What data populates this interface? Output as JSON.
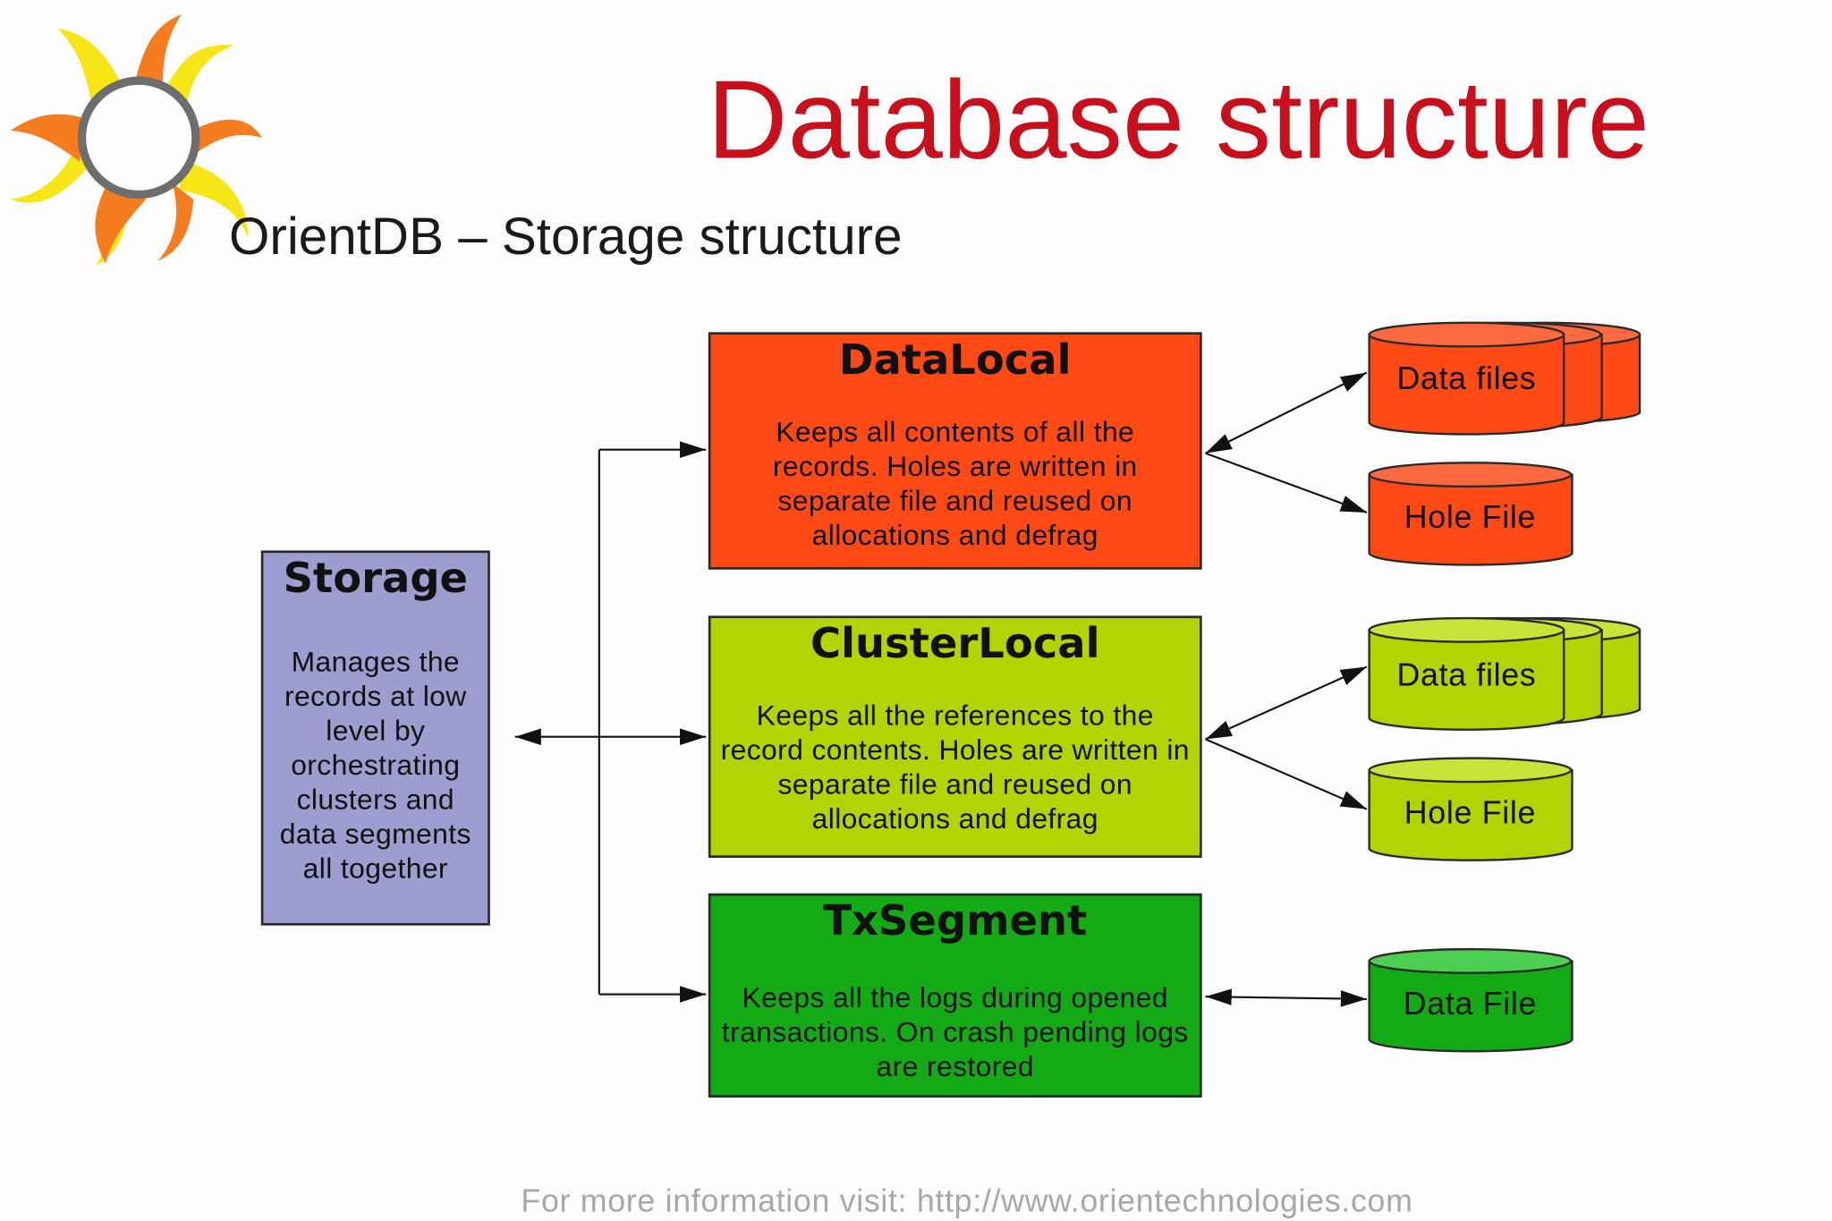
{
  "header": {
    "title": "Database structure",
    "subtitle": "OrientDB – Storage structure"
  },
  "storage": {
    "title": "Storage",
    "description": "Manages the records at low level by orchestrating clusters and data segments all together"
  },
  "data_local": {
    "title": "DataLocal",
    "description": "Keeps all contents of all the records. Holes are written in separate file and reused on allocations and defrag",
    "files": [
      "Data files",
      "Hole File"
    ]
  },
  "cluster_local": {
    "title": "ClusterLocal",
    "description": "Keeps all the references to the record contents. Holes are written in separate file and reused on allocations and defrag",
    "files": [
      "Data files",
      "Hole File"
    ]
  },
  "tx_segment": {
    "title": "TxSegment",
    "description": "Keeps all the logs during opened transactions. On crash pending logs are restored",
    "files": [
      "Data File"
    ]
  },
  "footer": "For more information visit: http://www.orientechnologies.com",
  "colors": {
    "title": "#c8101c",
    "storage": "#9d9ecf",
    "data_local": "#fe4a14",
    "cluster_local": "#b4d304",
    "tx_segment": "#13aa16",
    "logo_orange": "#f57c1f",
    "logo_yellow": "#f7e617"
  }
}
